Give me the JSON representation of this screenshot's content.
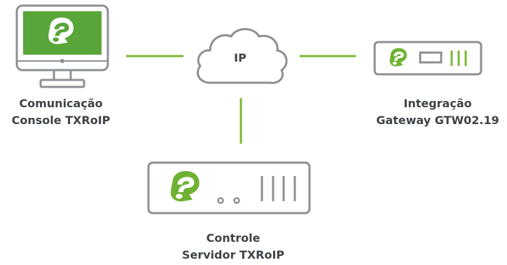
{
  "colors": {
    "accent_green": "#7ab833",
    "outline_gray": "#8c9094",
    "text_dark": "#3f4347",
    "screen_green": "#5aa53a"
  },
  "network": {
    "label": "IP",
    "icon": "cloud-icon"
  },
  "nodes": {
    "console": {
      "line1": "Comunicação",
      "line2": "Console TXRoIP",
      "icon": "monitor-icon"
    },
    "gateway": {
      "line1": "Integração",
      "line2": "Gateway GTW02.19",
      "icon": "gateway-device-icon"
    },
    "servidor": {
      "line1": "Controle",
      "line2": "Servidor TXRoIP",
      "icon": "server-device-icon"
    }
  },
  "logo": {
    "icon": "brand-logo-icon"
  }
}
